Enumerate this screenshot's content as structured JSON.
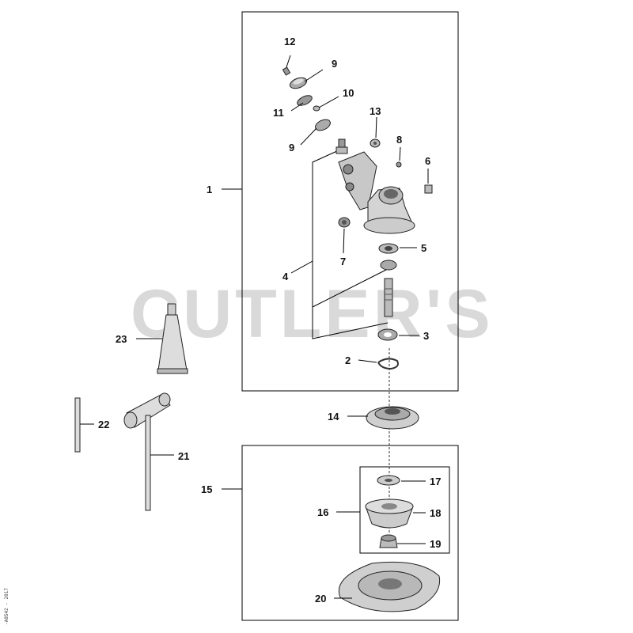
{
  "watermark": "CUTLER'S",
  "side_code": "-A0542 - 2017",
  "callouts": {
    "c1": "1",
    "c2": "2",
    "c3": "3",
    "c4": "4",
    "c5": "5",
    "c6": "6",
    "c7": "7",
    "c8": "8",
    "c9a": "9",
    "c9b": "9",
    "c10": "10",
    "c11": "11",
    "c12": "12",
    "c13": "13",
    "c14": "14",
    "c15": "15",
    "c16": "16",
    "c17": "17",
    "c18": "18",
    "c19": "19",
    "c20": "20",
    "c21": "21",
    "c22": "22",
    "c23": "23"
  }
}
